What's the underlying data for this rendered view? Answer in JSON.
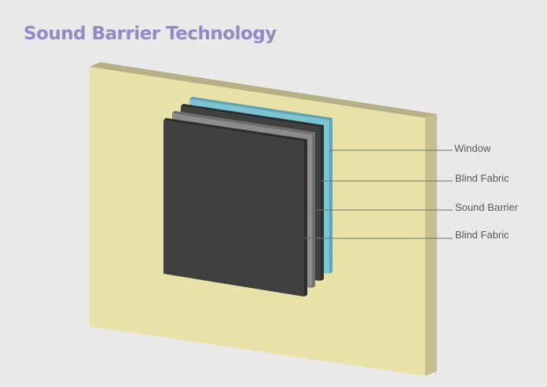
{
  "title": "Sound Barrier Technology",
  "labels": [
    "Window",
    "Blind Fabric",
    "Sound Barrier",
    "Blind Fabric"
  ],
  "colors": {
    "title": "#8e8bc6",
    "wall": "#e8e1a8",
    "window": "#7cc3d4",
    "blind_fabric": "#404040",
    "sound_barrier": "#8c8c8c"
  }
}
